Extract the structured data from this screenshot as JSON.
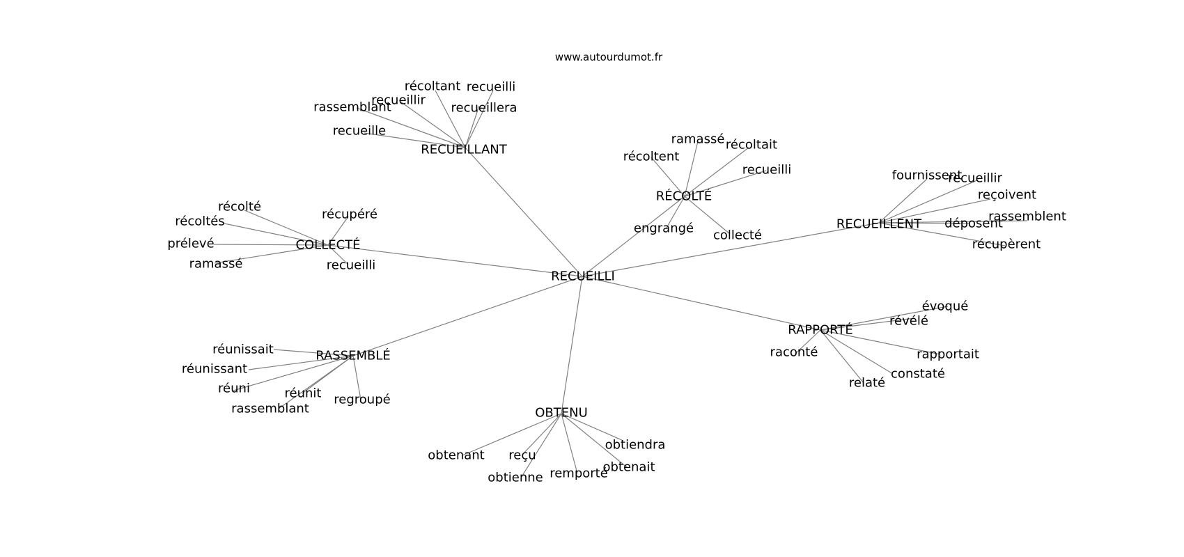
{
  "title": "www.autourdumot.fr",
  "colors": {
    "edge": "#808080",
    "text": "#000000",
    "background": "#ffffff"
  },
  "center": "RECUEILLI",
  "hubs": [
    {
      "label": "RECUEILLANT",
      "words": [
        "récoltant",
        "recueilli",
        "recueillir",
        "recueillera",
        "rassemblant",
        "recueille"
      ]
    },
    {
      "label": "RÉCOLTÉ",
      "words": [
        "ramassé",
        "récoltait",
        "récoltent",
        "recueilli",
        "engrangé",
        "collecté"
      ]
    },
    {
      "label": "RECUEILLENT",
      "words": [
        "fournissent",
        "recueillir",
        "reçoivent",
        "rassemblent",
        "déposent",
        "récupèrent"
      ]
    },
    {
      "label": "COLLECTÉ",
      "words": [
        "récolté",
        "récupéré",
        "récoltés",
        "prélevé",
        "ramassé",
        "recueilli"
      ]
    },
    {
      "label": "RAPPORTÉ",
      "words": [
        "évoqué",
        "révélé",
        "raconté",
        "rapportait",
        "constaté",
        "relaté"
      ]
    },
    {
      "label": "RASSEMBLÉ",
      "words": [
        "réunissait",
        "réunissant",
        "réuni",
        "réunit",
        "rassemblant",
        "regroupé"
      ]
    },
    {
      "label": "OBTENU",
      "words": [
        "obtiendra",
        "obtenant",
        "reçu",
        "obtenait",
        "remporté",
        "obtienne"
      ]
    }
  ]
}
